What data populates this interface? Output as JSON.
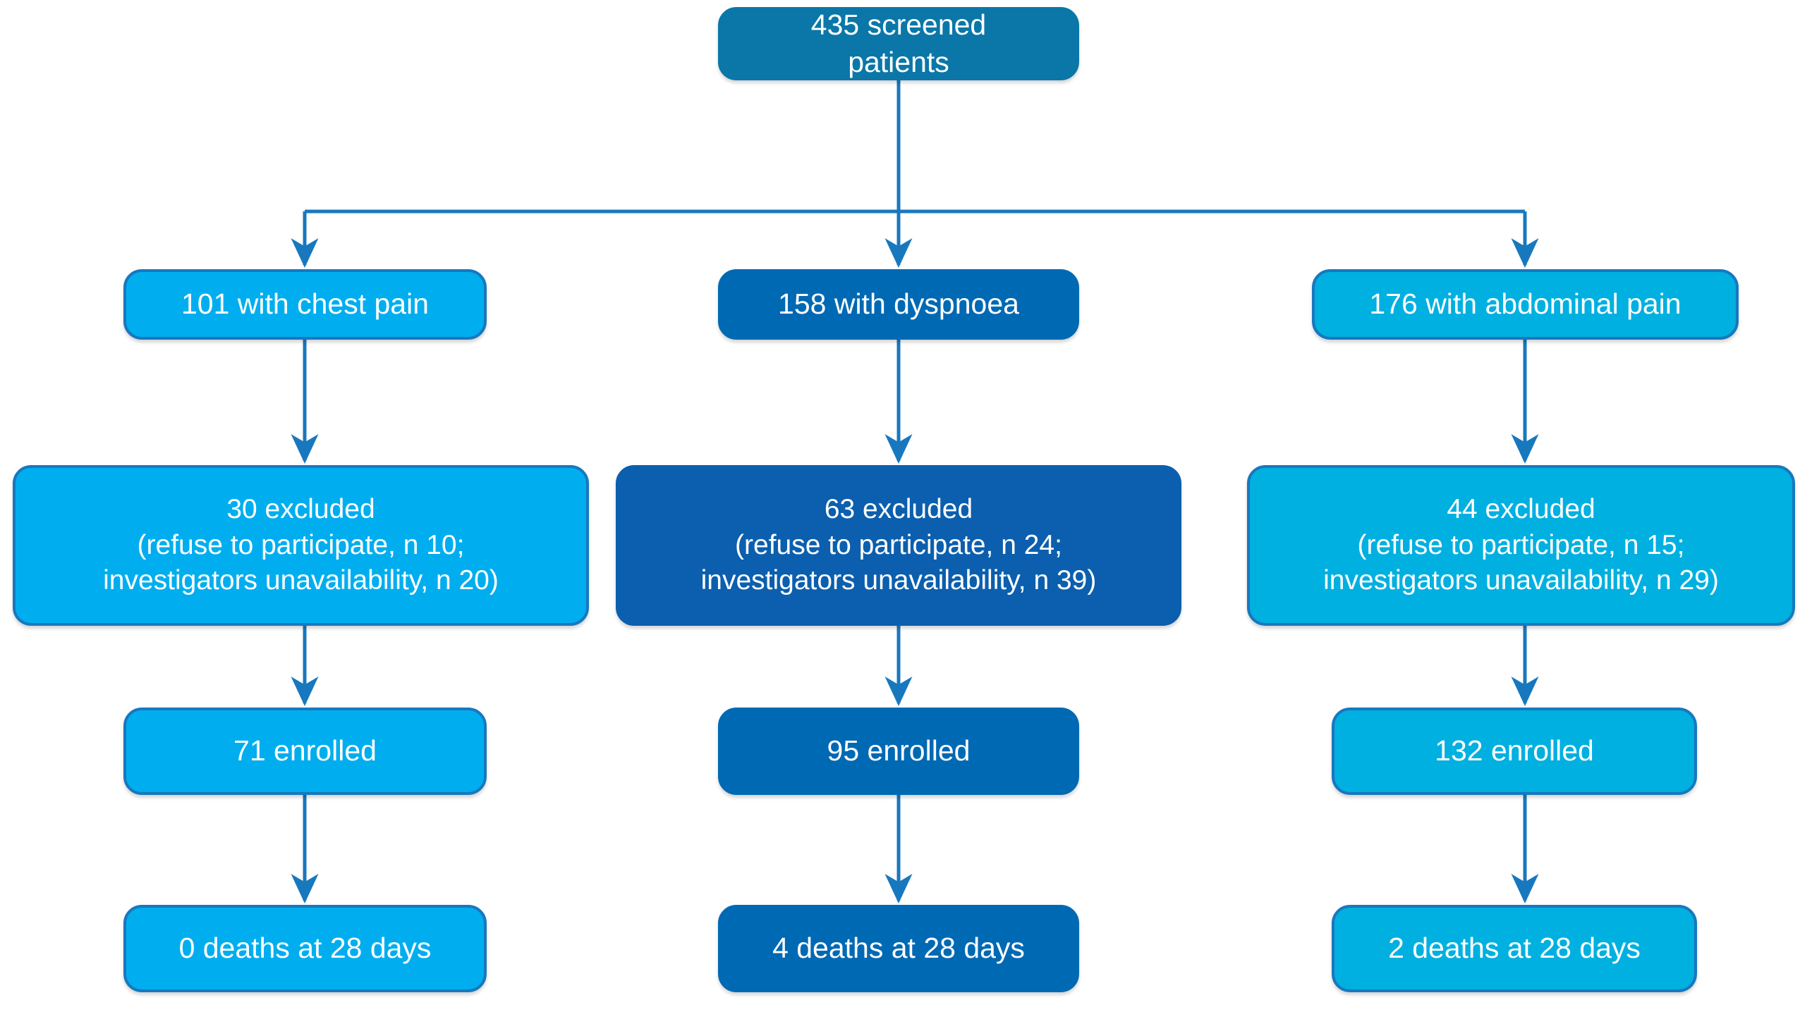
{
  "diagram": {
    "type": "flowchart",
    "title": "CONSORT patient screening, enrolment and outcome flow diagram",
    "colors": {
      "teal": "#0A77A8",
      "light_blue": "#00AEEF",
      "mid_blue": "#0069B4",
      "dark_blue": "#0B5FAE",
      "cyan": "#00B0E0",
      "connector": "#1878BE",
      "text": "#FFFFFF",
      "background": "#FFFFFF"
    },
    "root": {
      "id": "screened",
      "label": "435 screened\npatients",
      "count": 435
    },
    "columns": [
      {
        "id": "chest-pain",
        "symptom": "chest pain",
        "presenting": {
          "label": "101 with chest pain",
          "count": 101
        },
        "excluded": {
          "label": "30 excluded\n(refuse to participate, n 10;\ninvestigators unavailability, n 20)",
          "count": 30,
          "refused": 10,
          "investigators_unavailable": 20
        },
        "enrolled": {
          "label": "71 enrolled",
          "count": 71
        },
        "deaths": {
          "label": "0 deaths at 28 days",
          "count": 0,
          "day": 28
        }
      },
      {
        "id": "dyspnoea",
        "symptom": "dyspnoea",
        "presenting": {
          "label": "158 with dyspnoea",
          "count": 158
        },
        "excluded": {
          "label": "63 excluded\n(refuse to participate, n 24;\ninvestigators unavailability, n 39)",
          "count": 63,
          "refused": 24,
          "investigators_unavailable": 39
        },
        "enrolled": {
          "label": "95 enrolled",
          "count": 95
        },
        "deaths": {
          "label": "4 deaths at 28 days",
          "count": 4,
          "day": 28
        }
      },
      {
        "id": "abdominal-pain",
        "symptom": "abdominal pain",
        "presenting": {
          "label": "176 with abdominal pain",
          "count": 176
        },
        "excluded": {
          "label": "44 excluded\n(refuse to participate, n 15;\ninvestigators unavailability, n 29)",
          "count": 44,
          "refused": 15,
          "investigators_unavailable": 29
        },
        "enrolled": {
          "label": "132  enrolled",
          "count": 132
        },
        "deaths": {
          "label": "2 deaths at 28 days",
          "count": 2,
          "day": 28
        }
      }
    ]
  }
}
